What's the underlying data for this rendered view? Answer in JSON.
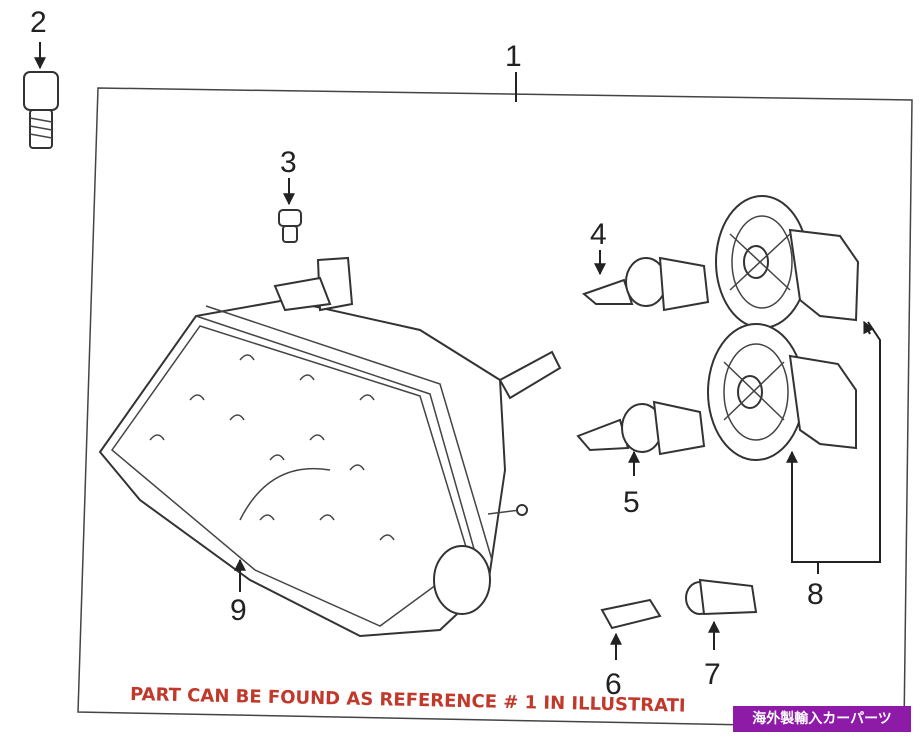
{
  "callouts": {
    "c1": "1",
    "c2": "2",
    "c3": "3",
    "c4": "4",
    "c5": "5",
    "c6": "6",
    "c7": "7",
    "c8": "8",
    "c9": "9"
  },
  "note": "PART CAN BE FOUND AS REFERENCE # 1 IN ILLUSTRATI",
  "badge": "海外製輸入カーパーツ",
  "colors": {
    "note_text": "#c0392b",
    "badge_bg": "#8e1aa8",
    "line": "#333333"
  }
}
